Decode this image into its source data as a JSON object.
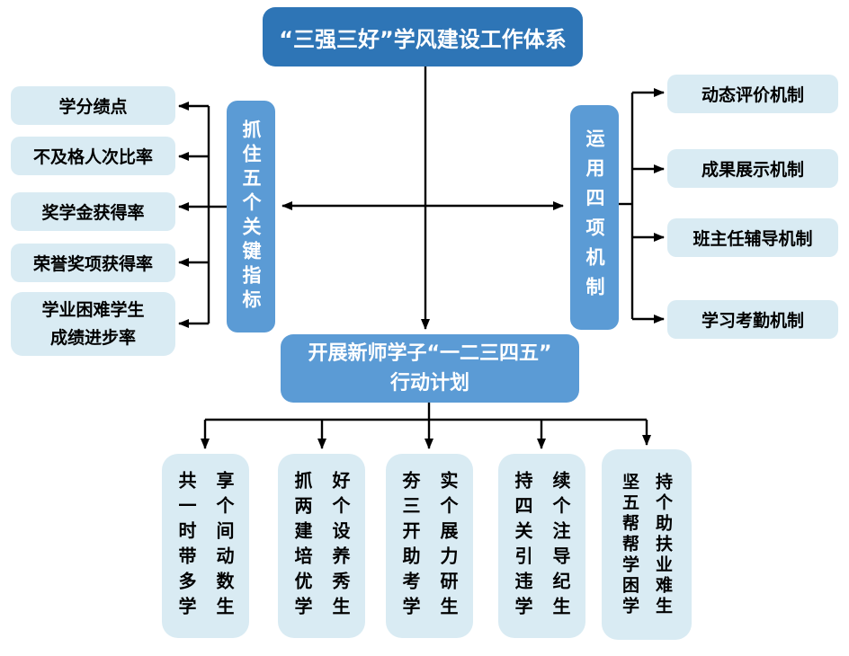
{
  "colors": {
    "box_dark_blue": "#2E75B6",
    "box_medium_blue": "#5B9BD5",
    "box_light_blue": "#D9EBF3",
    "arrow_black": "#000000"
  },
  "top_box": {
    "title": "“三强三好”学风建设工作体系"
  },
  "middle_box": {
    "title": "开展新师学子“一二三四五”\n行动计划"
  },
  "left_group": {
    "column_label": "抓住五个关键指标",
    "items": [
      {
        "label": "学分绩点"
      },
      {
        "label": "不及格人次比率"
      },
      {
        "label": "奖学金获得率"
      },
      {
        "label": "荣誉奖项获得率"
      },
      {
        "label": "学业困难学生\n成绩进步率"
      }
    ]
  },
  "right_group": {
    "column_label": "运用四项机制",
    "items": [
      {
        "label": "动态评价机制"
      },
      {
        "label": "成果展示机制"
      },
      {
        "label": "班主任辅导机制"
      },
      {
        "label": "学习考勤机制"
      }
    ]
  },
  "bottom_group": {
    "items": [
      {
        "col_left": "共一时带多学",
        "col_right": "享个间动数生"
      },
      {
        "col_left": "抓两建培优学",
        "col_right": "好个设养秀生"
      },
      {
        "col_left": "夯三开助考学",
        "col_right": "实个展力研生"
      },
      {
        "col_left": "持四关引违学",
        "col_right": "续个注导纪生"
      },
      {
        "col_left": "坚五帮帮学困学",
        "col_right": "持个助扶业难生"
      }
    ]
  }
}
